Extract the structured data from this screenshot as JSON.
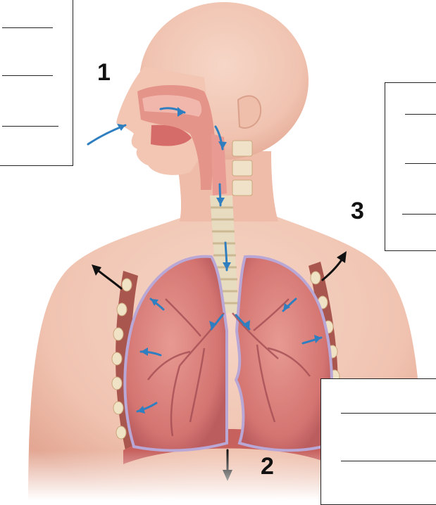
{
  "diagram": {
    "labels": [
      {
        "id": "1",
        "text": "1",
        "blanks": 3
      },
      {
        "id": "2",
        "text": "2",
        "blanks": 2
      },
      {
        "id": "3",
        "text": "3",
        "blanks": 3
      }
    ],
    "colors": {
      "skin": "#f3c9b6",
      "skin_shade": "#e5a896",
      "lung": "#d97c78",
      "lung_dark": "#b8585a",
      "airway": "#e89a93",
      "trachea_ring": "#e9e0c9",
      "rib": "#a6514a",
      "pleura": "#b9a7d6",
      "air_arrow": "#2f7fc0",
      "move_arrow": "#111111"
    }
  }
}
